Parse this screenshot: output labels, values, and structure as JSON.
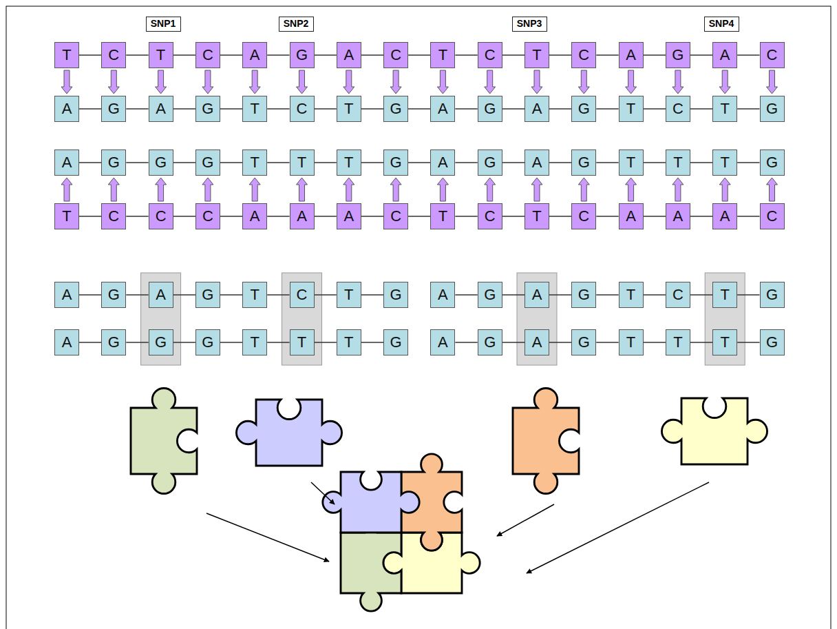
{
  "diagram": {
    "nodes": [
      {
        "text": [
          "SNP1"
        ]
      },
      {
        "text": [
          "SNP2"
        ]
      },
      {
        "text": [
          "SNP3"
        ]
      },
      {
        "text": [
          "SNP4"
        ]
      },
      {
        "text": [
          "T"
        ]
      },
      {
        "text": [
          "C"
        ]
      },
      {
        "text": [
          "T"
        ]
      },
      {
        "text": [
          "C"
        ]
      },
      {
        "text": [
          "A"
        ]
      },
      {
        "text": [
          "G"
        ]
      },
      {
        "text": [
          "A"
        ]
      },
      {
        "text": [
          "C"
        ]
      },
      {
        "text": [
          "T"
        ]
      },
      {
        "text": [
          "C"
        ]
      },
      {
        "text": [
          "T"
        ]
      },
      {
        "text": [
          "C"
        ]
      },
      {
        "text": [
          "A"
        ]
      },
      {
        "text": [
          "G"
        ]
      },
      {
        "text": [
          "A"
        ]
      },
      {
        "text": [
          "C"
        ]
      },
      {
        "text": [
          "A"
        ]
      },
      {
        "text": [
          "G"
        ]
      },
      {
        "text": [
          "A"
        ]
      },
      {
        "text": [
          "G"
        ]
      },
      {
        "text": [
          "T"
        ]
      },
      {
        "text": [
          "C"
        ]
      },
      {
        "text": [
          "T"
        ]
      },
      {
        "text": [
          "G"
        ]
      },
      {
        "text": [
          "A"
        ]
      },
      {
        "text": [
          "G"
        ]
      },
      {
        "text": [
          "A"
        ]
      },
      {
        "text": [
          "G"
        ]
      },
      {
        "text": [
          "T"
        ]
      },
      {
        "text": [
          "C"
        ]
      },
      {
        "text": [
          "T"
        ]
      },
      {
        "text": [
          "G"
        ]
      },
      {
        "text": [
          "A"
        ]
      },
      {
        "text": [
          "G"
        ]
      },
      {
        "text": [
          "G"
        ]
      },
      {
        "text": [
          "G"
        ]
      },
      {
        "text": [
          "T"
        ]
      },
      {
        "text": [
          "T"
        ]
      },
      {
        "text": [
          "T"
        ]
      },
      {
        "text": [
          "G"
        ]
      },
      {
        "text": [
          "A"
        ]
      },
      {
        "text": [
          "G"
        ]
      },
      {
        "text": [
          "A"
        ]
      },
      {
        "text": [
          "G"
        ]
      },
      {
        "text": [
          "T"
        ]
      },
      {
        "text": [
          "T"
        ]
      },
      {
        "text": [
          "T"
        ]
      },
      {
        "text": [
          "G"
        ]
      },
      {
        "text": [
          "T"
        ]
      },
      {
        "text": [
          "C"
        ]
      },
      {
        "text": [
          "C"
        ]
      },
      {
        "text": [
          "C"
        ]
      },
      {
        "text": [
          "A"
        ]
      },
      {
        "text": [
          "A"
        ]
      },
      {
        "text": [
          "A"
        ]
      },
      {
        "text": [
          "C"
        ]
      },
      {
        "text": [
          "T"
        ]
      },
      {
        "text": [
          "C"
        ]
      },
      {
        "text": [
          "T"
        ]
      },
      {
        "text": [
          "C"
        ]
      },
      {
        "text": [
          "A"
        ]
      },
      {
        "text": [
          "A"
        ]
      },
      {
        "text": [
          "A"
        ]
      },
      {
        "text": [
          "C"
        ]
      },
      {
        "text": [
          "A"
        ]
      },
      {
        "text": [
          "G"
        ]
      },
      {
        "text": [
          "A"
        ]
      },
      {
        "text": [
          "G"
        ]
      },
      {
        "text": [
          "T"
        ]
      },
      {
        "text": [
          "C"
        ]
      },
      {
        "text": [
          "T"
        ]
      },
      {
        "text": [
          "G"
        ]
      },
      {
        "text": [
          "A"
        ]
      },
      {
        "text": [
          "G"
        ]
      },
      {
        "text": [
          "A"
        ]
      },
      {
        "text": [
          "G"
        ]
      },
      {
        "text": [
          "T"
        ]
      },
      {
        "text": [
          "C"
        ]
      },
      {
        "text": [
          "T"
        ]
      },
      {
        "text": [
          "G"
        ]
      },
      {
        "text": [
          "A"
        ]
      },
      {
        "text": [
          "G"
        ]
      },
      {
        "text": [
          "G"
        ]
      },
      {
        "text": [
          "G"
        ]
      },
      {
        "text": [
          "T"
        ]
      },
      {
        "text": [
          "T"
        ]
      },
      {
        "text": [
          "T"
        ]
      },
      {
        "text": [
          "G"
        ]
      },
      {
        "text": [
          "A"
        ]
      },
      {
        "text": [
          "G"
        ]
      },
      {
        "text": [
          "A"
        ]
      },
      {
        "text": [
          "G"
        ]
      },
      {
        "text": [
          "T"
        ]
      },
      {
        "text": [
          "T"
        ]
      },
      {
        "text": [
          "T"
        ]
      },
      {
        "text": [
          "G"
        ]
      }
    ],
    "edges": [
      {
        "from": 4,
        "to": 5,
        "arrow": "none"
      },
      {
        "from": 5,
        "to": 6,
        "arrow": "none"
      },
      {
        "from": 6,
        "to": 7,
        "arrow": "none"
      },
      {
        "from": 7,
        "to": 8,
        "arrow": "none"
      },
      {
        "from": 8,
        "to": 9,
        "arrow": "none"
      },
      {
        "from": 9,
        "to": 10,
        "arrow": "none"
      },
      {
        "from": 10,
        "to": 11,
        "arrow": "none"
      },
      {
        "from": 11,
        "to": 12,
        "arrow": "none"
      },
      {
        "from": 12,
        "to": 13,
        "arrow": "none"
      },
      {
        "from": 13,
        "to": 14,
        "arrow": "none"
      },
      {
        "from": 14,
        "to": 15,
        "arrow": "none"
      },
      {
        "from": 15,
        "to": 16,
        "arrow": "none"
      },
      {
        "from": 16,
        "to": 17,
        "arrow": "none"
      },
      {
        "from": 17,
        "to": 18,
        "arrow": "none"
      },
      {
        "from": 18,
        "to": 19,
        "arrow": "none"
      },
      {
        "from": 4,
        "to": 20,
        "arrow": "to"
      },
      {
        "from": 5,
        "to": 21,
        "arrow": "to"
      },
      {
        "from": 6,
        "to": 22,
        "arrow": "to"
      },
      {
        "from": 7,
        "to": 23,
        "arrow": "to"
      },
      {
        "from": 8,
        "to": 24,
        "arrow": "to"
      },
      {
        "from": 9,
        "to": 25,
        "arrow": "to"
      },
      {
        "from": 10,
        "to": 26,
        "arrow": "to"
      },
      {
        "from": 11,
        "to": 27,
        "arrow": "to"
      },
      {
        "from": 12,
        "to": 28,
        "arrow": "to"
      },
      {
        "from": 13,
        "to": 29,
        "arrow": "to"
      },
      {
        "from": 14,
        "to": 30,
        "arrow": "to"
      },
      {
        "from": 15,
        "to": 31,
        "arrow": "to"
      },
      {
        "from": 16,
        "to": 32,
        "arrow": "to"
      },
      {
        "from": 17,
        "to": 33,
        "arrow": "to"
      },
      {
        "from": 18,
        "to": 34,
        "arrow": "to"
      },
      {
        "from": 19,
        "to": 35,
        "arrow": "to"
      },
      {
        "from": 20,
        "to": 21,
        "arrow": "none"
      },
      {
        "from": 21,
        "to": 22,
        "arrow": "none"
      },
      {
        "from": 22,
        "to": 23,
        "arrow": "none"
      },
      {
        "from": 23,
        "to": 24,
        "arrow": "none"
      },
      {
        "from": 24,
        "to": 25,
        "arrow": "none"
      },
      {
        "from": 25,
        "to": 26,
        "arrow": "none"
      },
      {
        "from": 26,
        "to": 27,
        "arrow": "none"
      },
      {
        "from": 27,
        "to": 28,
        "arrow": "none"
      },
      {
        "from": 28,
        "to": 29,
        "arrow": "none"
      },
      {
        "from": 29,
        "to": 30,
        "arrow": "none"
      },
      {
        "from": 30,
        "to": 31,
        "arrow": "none"
      },
      {
        "from": 31,
        "to": 32,
        "arrow": "none"
      },
      {
        "from": 32,
        "to": 33,
        "arrow": "none"
      },
      {
        "from": 33,
        "to": 34,
        "arrow": "none"
      },
      {
        "from": 34,
        "to": 35,
        "arrow": "none"
      },
      {
        "from": 36,
        "to": 37,
        "arrow": "none"
      },
      {
        "from": 37,
        "to": 38,
        "arrow": "none"
      },
      {
        "from": 38,
        "to": 39,
        "arrow": "none"
      },
      {
        "from": 39,
        "to": 40,
        "arrow": "none"
      },
      {
        "from": 40,
        "to": 41,
        "arrow": "none"
      },
      {
        "from": 41,
        "to": 42,
        "arrow": "none"
      },
      {
        "from": 42,
        "to": 43,
        "arrow": "none"
      },
      {
        "from": 43,
        "to": 44,
        "arrow": "none"
      },
      {
        "from": 44,
        "to": 45,
        "arrow": "none"
      },
      {
        "from": 45,
        "to": 46,
        "arrow": "none"
      },
      {
        "from": 46,
        "to": 47,
        "arrow": "none"
      },
      {
        "from": 47,
        "to": 48,
        "arrow": "none"
      },
      {
        "from": 48,
        "to": 49,
        "arrow": "none"
      },
      {
        "from": 49,
        "to": 50,
        "arrow": "none"
      },
      {
        "from": 50,
        "to": 51,
        "arrow": "none"
      },
      {
        "from": 52,
        "to": 36,
        "arrow": "to"
      },
      {
        "from": 53,
        "to": 37,
        "arrow": "to"
      },
      {
        "from": 54,
        "to": 38,
        "arrow": "to"
      },
      {
        "from": 55,
        "to": 39,
        "arrow": "to"
      },
      {
        "from": 56,
        "to": 40,
        "arrow": "to"
      },
      {
        "from": 57,
        "to": 41,
        "arrow": "to"
      },
      {
        "from": 58,
        "to": 42,
        "arrow": "to"
      },
      {
        "from": 59,
        "to": 43,
        "arrow": "to"
      },
      {
        "from": 60,
        "to": 44,
        "arrow": "to"
      },
      {
        "from": 61,
        "to": 45,
        "arrow": "to"
      },
      {
        "from": 62,
        "to": 46,
        "arrow": "to"
      },
      {
        "from": 63,
        "to": 47,
        "arrow": "to"
      },
      {
        "from": 64,
        "to": 48,
        "arrow": "to"
      },
      {
        "from": 65,
        "to": 49,
        "arrow": "to"
      },
      {
        "from": 66,
        "to": 50,
        "arrow": "to"
      },
      {
        "from": 67,
        "to": 51,
        "arrow": "to"
      },
      {
        "from": 52,
        "to": 53,
        "arrow": "none"
      },
      {
        "from": 53,
        "to": 54,
        "arrow": "none"
      },
      {
        "from": 54,
        "to": 55,
        "arrow": "none"
      },
      {
        "from": 55,
        "to": 56,
        "arrow": "none"
      },
      {
        "from": 56,
        "to": 57,
        "arrow": "none"
      },
      {
        "from": 57,
        "to": 58,
        "arrow": "none"
      },
      {
        "from": 58,
        "to": 59,
        "arrow": "none"
      },
      {
        "from": 59,
        "to": 60,
        "arrow": "none"
      },
      {
        "from": 60,
        "to": 61,
        "arrow": "none"
      },
      {
        "from": 61,
        "to": 62,
        "arrow": "none"
      },
      {
        "from": 62,
        "to": 63,
        "arrow": "none"
      },
      {
        "from": 63,
        "to": 64,
        "arrow": "none"
      },
      {
        "from": 64,
        "to": 65,
        "arrow": "none"
      },
      {
        "from": 65,
        "to": 66,
        "arrow": "none"
      },
      {
        "from": 66,
        "to": 67,
        "arrow": "none"
      },
      {
        "from": 68,
        "to": 69,
        "arrow": "none"
      },
      {
        "from": 69,
        "to": 70,
        "arrow": "none"
      },
      {
        "from": 70,
        "to": 71,
        "arrow": "none"
      },
      {
        "from": 71,
        "to": 72,
        "arrow": "none"
      },
      {
        "from": 72,
        "to": 73,
        "arrow": "none"
      },
      {
        "from": 73,
        "to": 74,
        "arrow": "none"
      },
      {
        "from": 74,
        "to": 75,
        "arrow": "none"
      },
      {
        "from": 76,
        "to": 77,
        "arrow": "none"
      },
      {
        "from": 77,
        "to": 78,
        "arrow": "none"
      },
      {
        "from": 78,
        "to": 79,
        "arrow": "none"
      },
      {
        "from": 79,
        "to": 80,
        "arrow": "none"
      },
      {
        "from": 80,
        "to": 81,
        "arrow": "none"
      },
      {
        "from": 81,
        "to": 82,
        "arrow": "none"
      },
      {
        "from": 82,
        "to": 83,
        "arrow": "none"
      },
      {
        "from": 84,
        "to": 85,
        "arrow": "none"
      },
      {
        "from": 85,
        "to": 86,
        "arrow": "none"
      },
      {
        "from": 86,
        "to": 87,
        "arrow": "none"
      },
      {
        "from": 87,
        "to": 88,
        "arrow": "none"
      },
      {
        "from": 88,
        "to": 89,
        "arrow": "none"
      },
      {
        "from": 89,
        "to": 90,
        "arrow": "none"
      },
      {
        "from": 90,
        "to": 91,
        "arrow": "none"
      },
      {
        "from": 92,
        "to": 93,
        "arrow": "none"
      },
      {
        "from": 93,
        "to": 94,
        "arrow": "none"
      },
      {
        "from": 94,
        "to": 95,
        "arrow": "none"
      },
      {
        "from": 95,
        "to": 96,
        "arrow": "none"
      },
      {
        "from": 96,
        "to": 97,
        "arrow": "none"
      },
      {
        "from": 97,
        "to": 98,
        "arrow": "none"
      },
      {
        "from": 98,
        "to": 99,
        "arrow": "none"
      }
    ]
  }
}
